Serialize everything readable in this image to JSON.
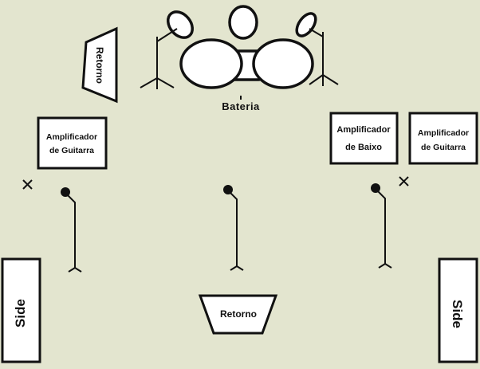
{
  "diagram": {
    "labels": {
      "drums": "Bateria",
      "monitor_top": "Retorno",
      "monitor_bottom": "Retorno",
      "guitar_amp_left": [
        "Amplificador",
        "de Guitarra"
      ],
      "bass_amp": [
        "Amplificador",
        "de Baixo"
      ],
      "guitar_amp_right": [
        "Amplificador",
        "de Guitarra"
      ],
      "side_left": "Side",
      "side_right": "Side"
    },
    "colors": {
      "background": "#e3e5cf",
      "fill": "#ffffff",
      "stroke": "#111111"
    },
    "icons": [
      "x-mark-icon",
      "microphone-stand-icon",
      "cymbal-stand-icon",
      "drum-kit-icon"
    ]
  }
}
